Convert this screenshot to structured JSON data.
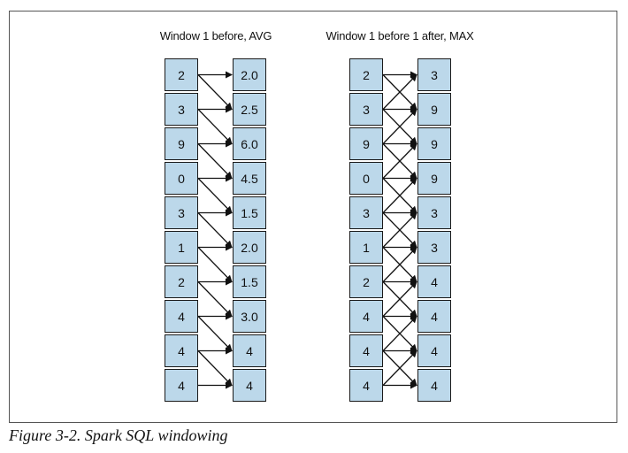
{
  "diagram_a": {
    "title": "Window 1 before, AVG",
    "inputs": [
      "2",
      "3",
      "9",
      "0",
      "3",
      "1",
      "2",
      "4",
      "4",
      "4"
    ],
    "outputs": [
      "2.0",
      "2.5",
      "6.0",
      "4.5",
      "1.5",
      "2.0",
      "1.5",
      "3.0",
      "4",
      "4"
    ]
  },
  "diagram_b": {
    "title": "Window 1 before 1 after, MAX",
    "inputs": [
      "2",
      "3",
      "9",
      "0",
      "3",
      "1",
      "2",
      "4",
      "4",
      "4"
    ],
    "outputs": [
      "3",
      "9",
      "9",
      "9",
      "3",
      "3",
      "4",
      "4",
      "4",
      "4"
    ]
  },
  "caption": "Figure 3-2. Spark SQL windowing",
  "colors": {
    "cell_fill": "#bcd8ea",
    "border": "#1a1a1a"
  }
}
